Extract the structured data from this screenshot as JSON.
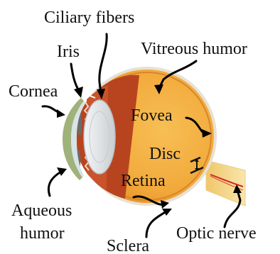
{
  "labels": {
    "ciliary_fibers": "Ciliary fibers",
    "iris": "Iris",
    "vitreous_humor": "Vitreous humor",
    "cornea": "Cornea",
    "fovea": "Fovea",
    "disc": "Disc",
    "retina": "Retina",
    "aqueous_line1": "Aqueous",
    "aqueous_line2": "humor",
    "sclera": "Sclera",
    "optic_nerve": "Optic nerve"
  },
  "colors": {
    "eyeball_orange": "#f2a93b",
    "sclera_edge": "#e3ddd0",
    "retina_line": "#d98a2a",
    "ciliary_red": "#b8441f",
    "lens_gray": "#d9dcdf",
    "cornea_green": "#8fa86a",
    "optic_nerve_yellow": "#f4d98a",
    "blood_vessel_red": "#d0262a"
  }
}
